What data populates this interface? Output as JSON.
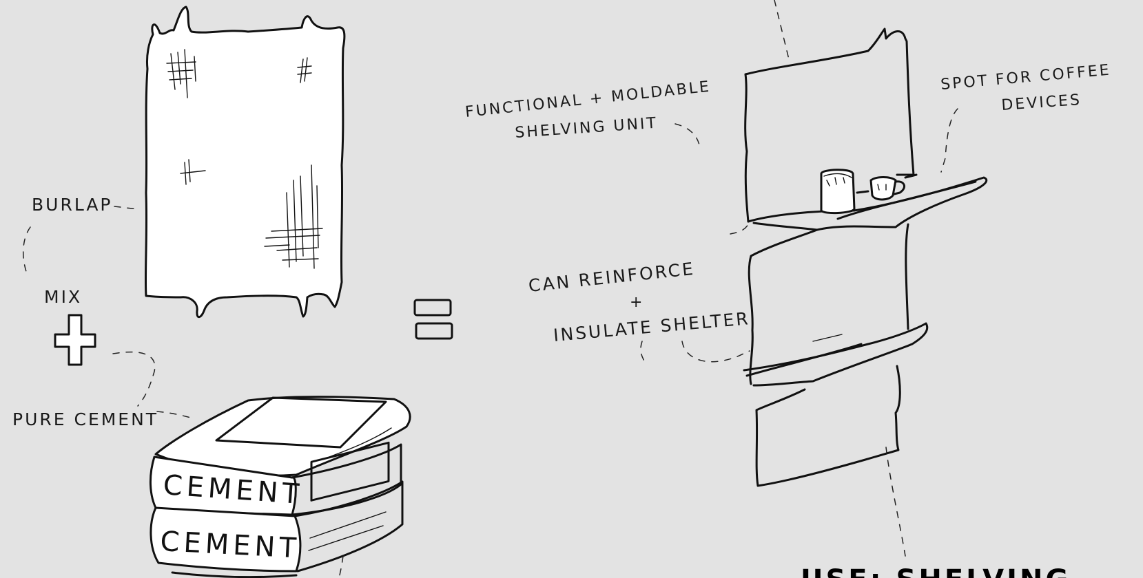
{
  "labels": {
    "burlap": "BURLAP",
    "mix": "MIX",
    "pure_cement": "PURE CEMENT",
    "bag_top": "CEMENT",
    "bag_bottom": "CEMENT",
    "functional_line1": "FUNCTIONAL + MOLDABLE",
    "functional_line2": "SHELVING UNIT",
    "coffee_line1": "SPOT FOR COFFEE",
    "coffee_line2": "DEVICES",
    "reinforce_line1": "CAN REINFORCE",
    "reinforce_plus": "+",
    "reinforce_line2": "INSULATE SHELTER",
    "use": "USE: SHELVING"
  },
  "colors": {
    "background": "#e3e3e3",
    "ink": "#111111",
    "paper": "#ffffff"
  }
}
